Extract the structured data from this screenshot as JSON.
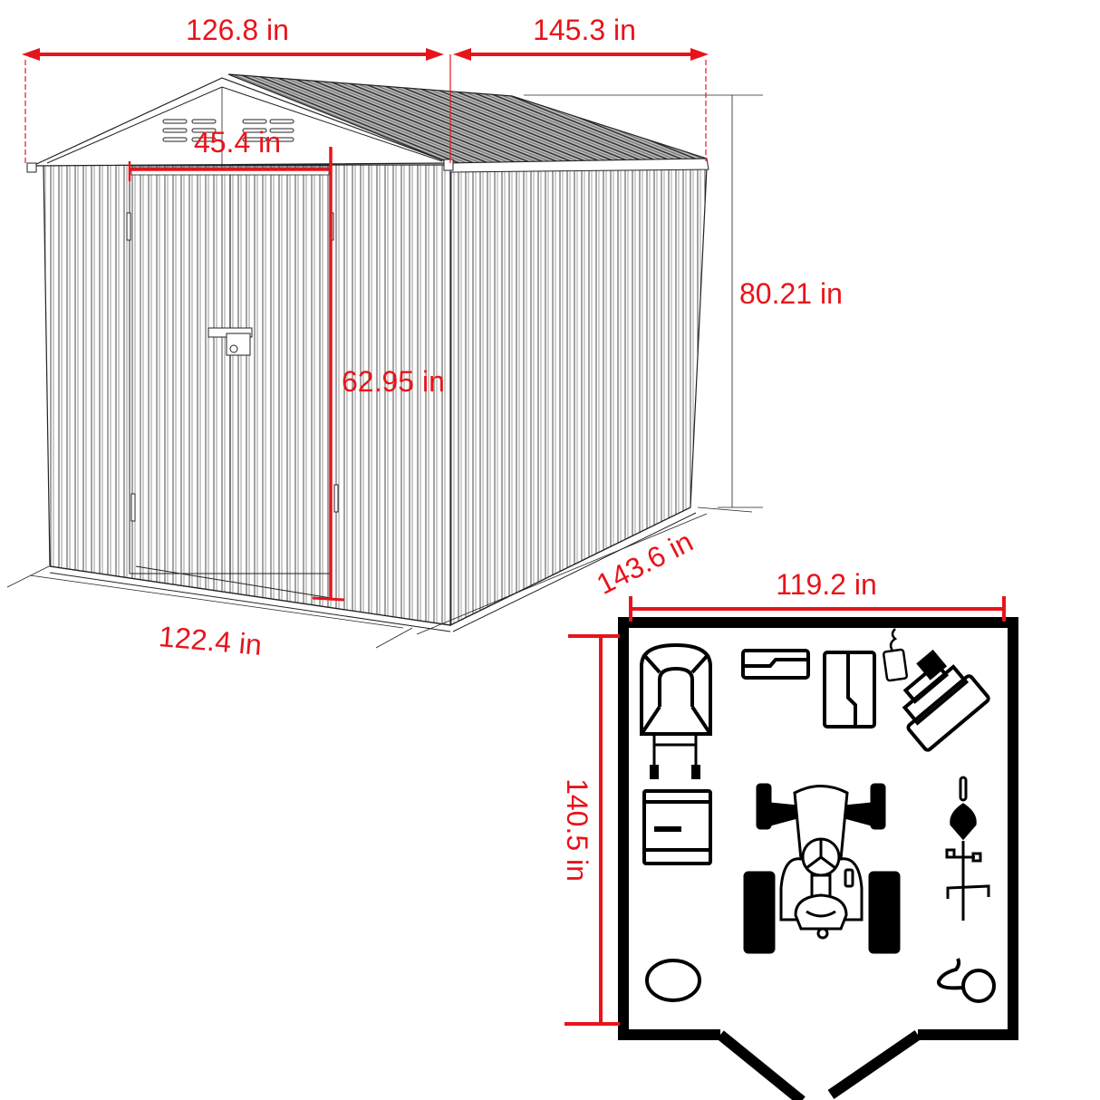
{
  "diagram": {
    "title": "Garden shed dimensions and floor plan",
    "accent_color": "#e8141b",
    "line_color": "#222222",
    "shed_view": {
      "roof_front_width": "126.8 in",
      "roof_side_depth": "145.3 in",
      "door_width": "45.4 in",
      "door_height": "62.95 in",
      "total_height": "80.21 in",
      "base_width": "122.4 in",
      "base_depth": "143.6 in"
    },
    "floor_plan": {
      "interior_width": "119.2 in",
      "interior_depth": "140.5 in",
      "items": [
        "lawn-mower",
        "toolbox",
        "storage-bin",
        "watering-can",
        "tool-bench",
        "cabinet",
        "riding-tractor",
        "bicycle",
        "tire",
        "hose-reel"
      ]
    }
  }
}
